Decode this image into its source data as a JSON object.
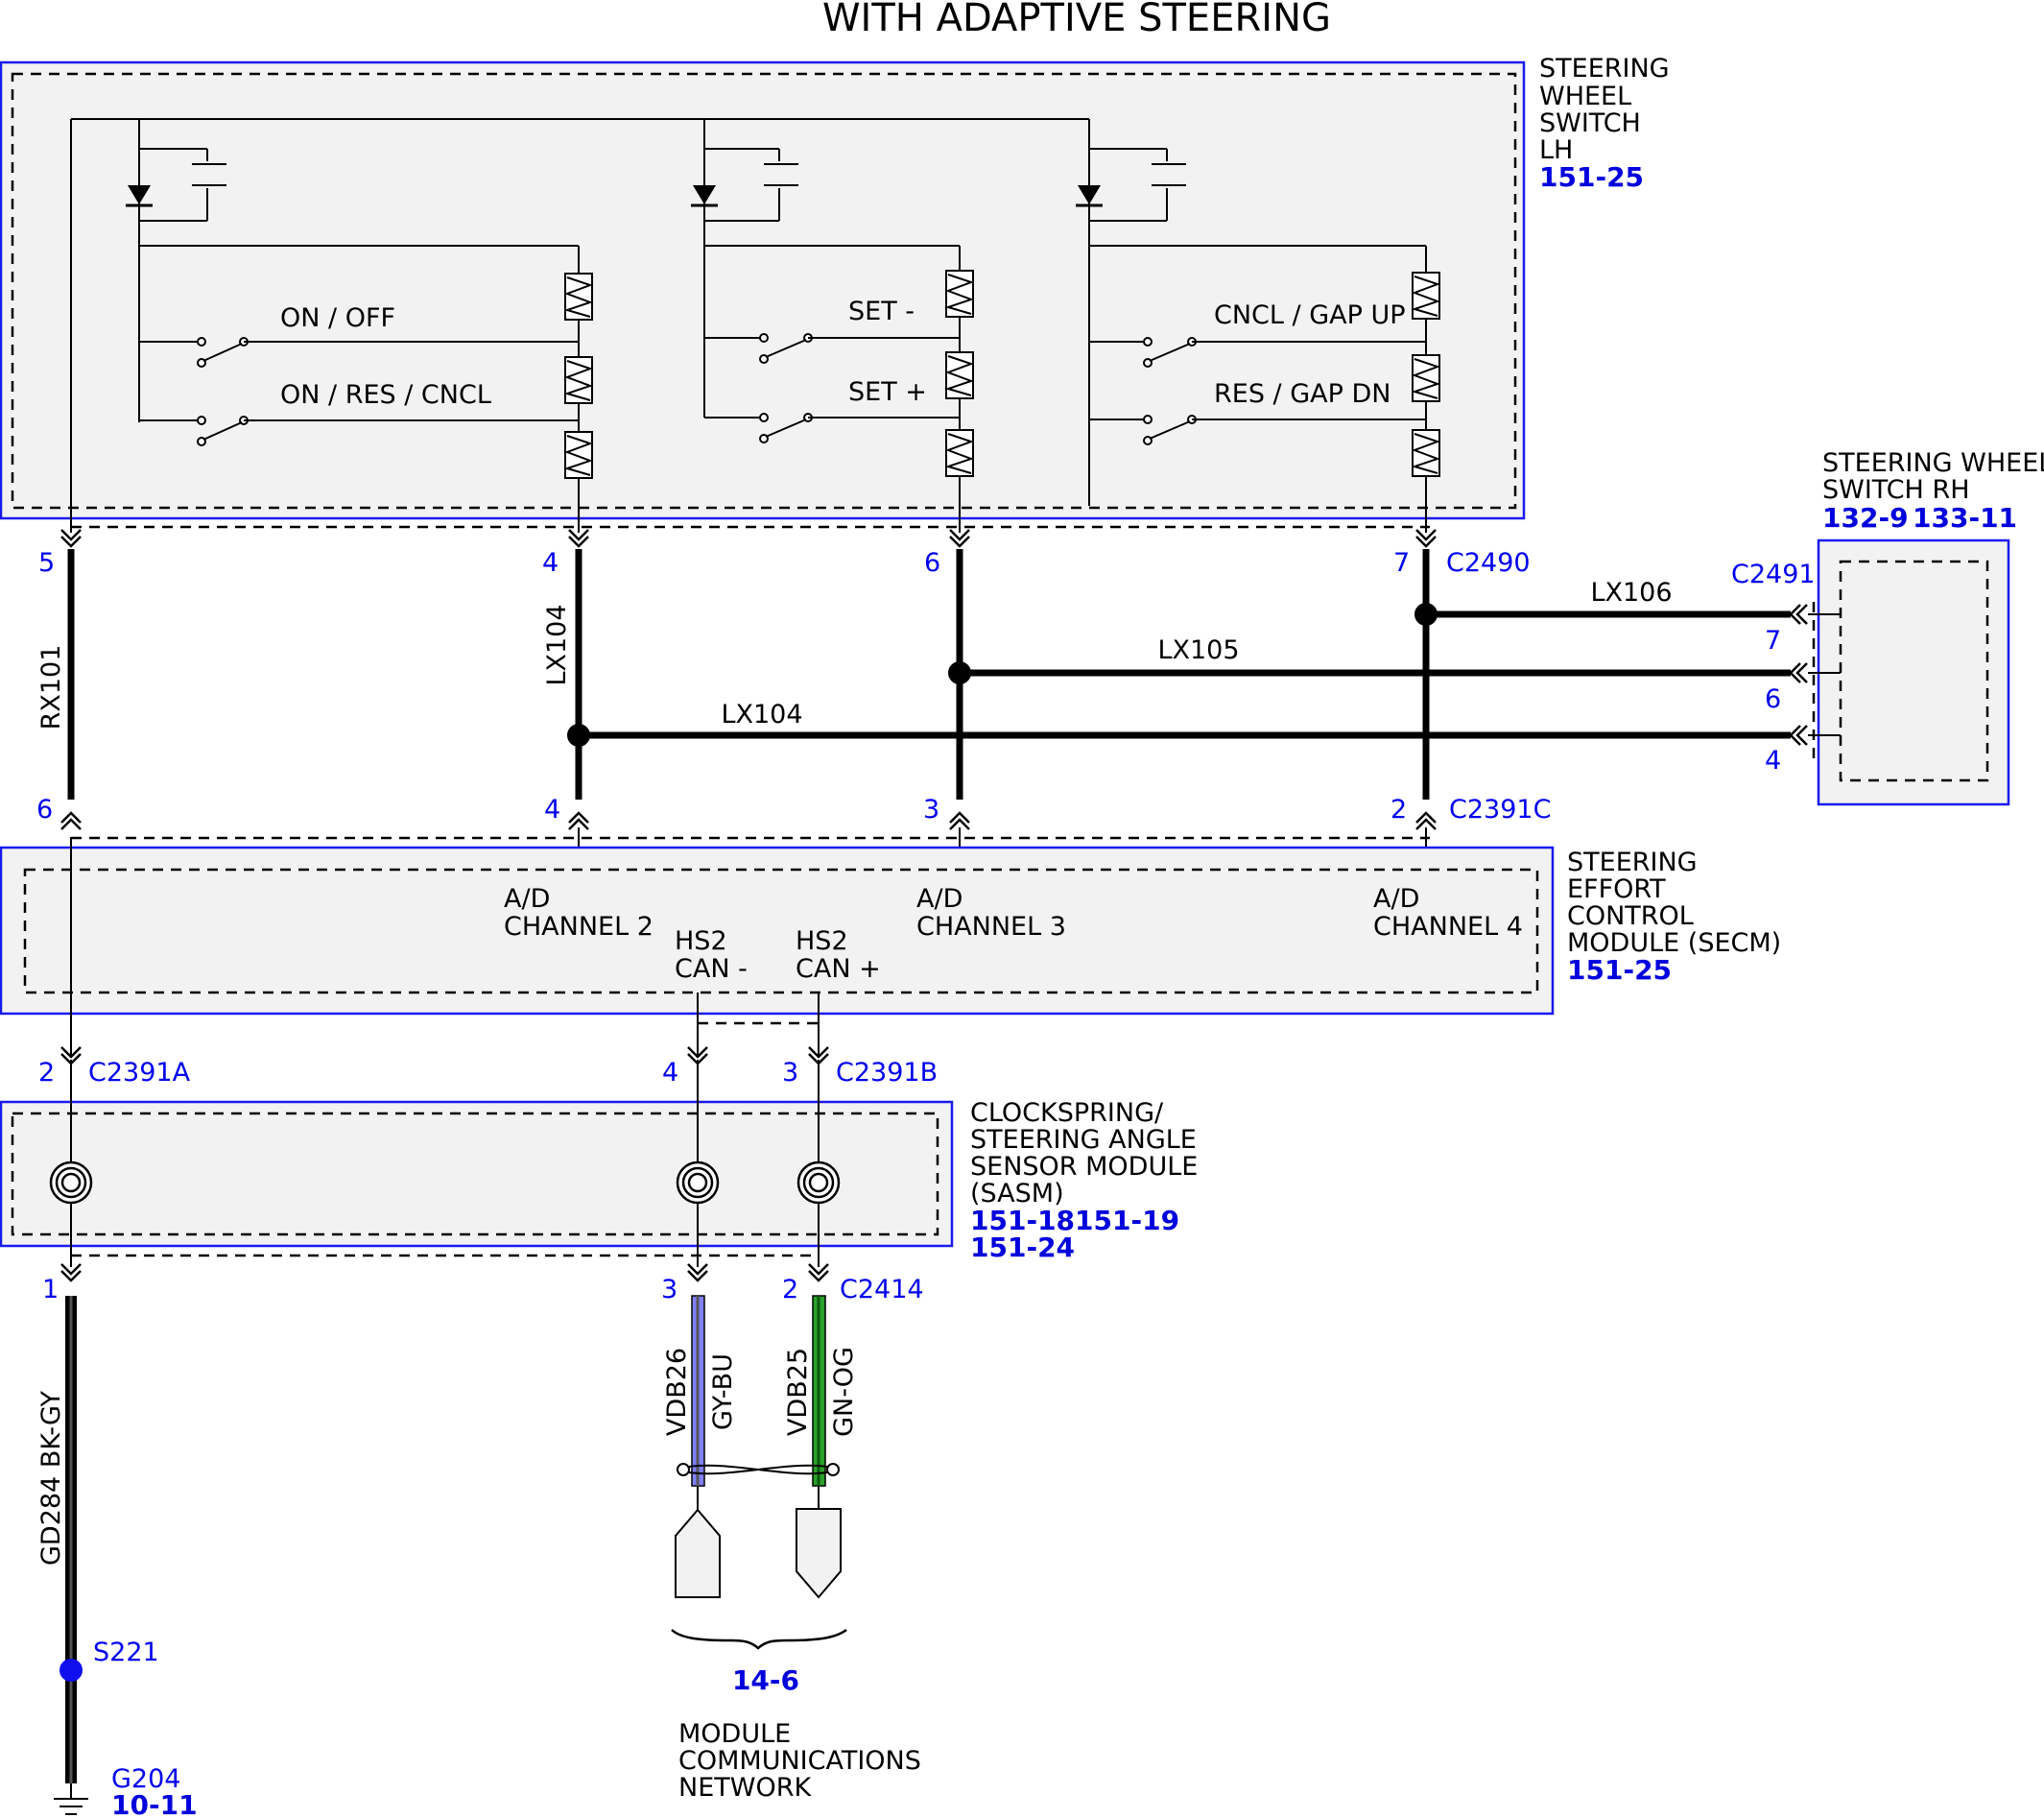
{
  "title": "WITH ADAPTIVE STEERING",
  "components": {
    "swlh": {
      "name": [
        "STEERING",
        "WHEEL",
        "SWITCH",
        "LH"
      ],
      "ref": "151-25"
    },
    "swrh": {
      "name": [
        "STEERING WHEEL",
        "SWITCH RH"
      ],
      "ref1": "132-9",
      "ref2": "133-11"
    },
    "secm": {
      "name": [
        "STEERING",
        "EFFORT",
        "CONTROL",
        "MODULE (SECM)"
      ],
      "ref": "151-25"
    },
    "sasm": {
      "name": [
        "CLOCKSPRING/",
        "STEERING ANGLE",
        "SENSOR MODULE",
        "(SASM)"
      ],
      "ref1": "151-18151-19",
      "ref2": "151-24"
    }
  },
  "switches": [
    "ON / OFF",
    "ON / RES / CNCL",
    "SET -",
    "SET +",
    "CNCL / GAP UP",
    "RES / GAP DN"
  ],
  "secm_labels": {
    "ad2": [
      "A/D",
      "CHANNEL 2"
    ],
    "ad3": [
      "A/D",
      "CHANNEL 3"
    ],
    "ad4": [
      "A/D",
      "CHANNEL 4"
    ],
    "canl": [
      "HS2",
      "CAN -"
    ],
    "canh": [
      "HS2",
      "CAN +"
    ]
  },
  "connectors": {
    "c2490": "C2490",
    "c2491": "C2491",
    "c2391c": "C2391C",
    "c2391a": "C2391A",
    "c2391b": "C2391B",
    "c2414": "C2414"
  },
  "pins": {
    "c2490": [
      "5",
      "4",
      "6",
      "7"
    ],
    "c2491": [
      "7",
      "6",
      "4"
    ],
    "c2391c": [
      "6",
      "4",
      "3",
      "2"
    ],
    "c2391a": "2",
    "c2391b": [
      "4",
      "3"
    ],
    "c2414": [
      "1",
      "3",
      "2"
    ]
  },
  "wires": {
    "rx101": "RX101",
    "lx104_v": "LX104",
    "lx104_h": "LX104",
    "lx105": "LX105",
    "lx106": "LX106",
    "gd284": "GD284  BK-GY",
    "vdb26": "VDB26",
    "vdb26_color": "GY-BU",
    "vdb25": "VDB25",
    "vdb25_color": "GN-OG"
  },
  "splice": "S221",
  "ground": {
    "label": "G204",
    "ref": "10-11"
  },
  "network": {
    "ref": "14-6",
    "name": [
      "MODULE",
      "COMMUNICATIONS",
      "NETWORK"
    ]
  },
  "colors": {
    "component_border": "#1a1aee",
    "component_fill": "#f2f2f2",
    "ref_text": "#0000dd",
    "gy_bu": "#8080ff",
    "gn_og": "#2aa02a"
  }
}
